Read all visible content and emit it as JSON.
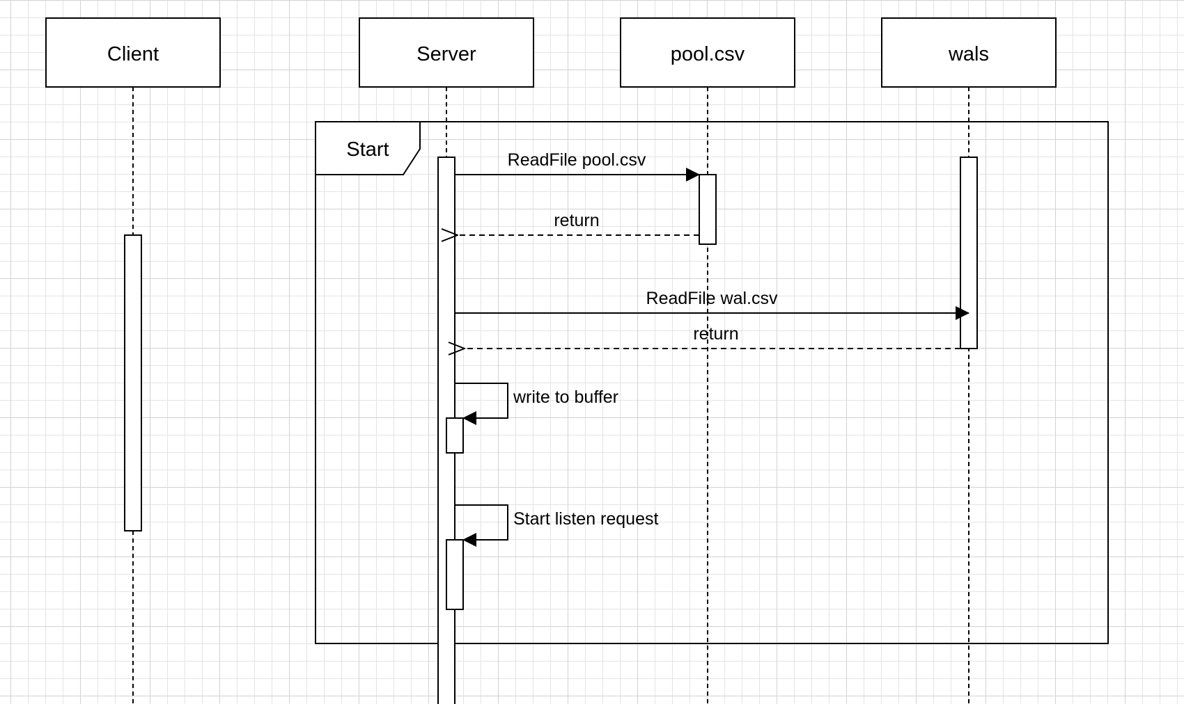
{
  "diagram": {
    "type": "sequence",
    "colors": {
      "line": "#000000",
      "background": "#ffffff",
      "grid": "#e4e4e4"
    },
    "actors": [
      {
        "id": "client",
        "label": "Client"
      },
      {
        "id": "server",
        "label": "Server"
      },
      {
        "id": "pool",
        "label": "pool.csv"
      },
      {
        "id": "wals",
        "label": "wals"
      }
    ],
    "frame": {
      "label": "Start"
    },
    "messages": [
      {
        "from": "server",
        "to": "pool",
        "label": "ReadFile pool.csv",
        "style": "solid"
      },
      {
        "from": "pool",
        "to": "server",
        "label": "return",
        "style": "dashed"
      },
      {
        "from": "server",
        "to": "wals",
        "label": "ReadFile wal.csv",
        "style": "solid"
      },
      {
        "from": "wals",
        "to": "server",
        "label": "return",
        "style": "dashed"
      },
      {
        "from": "server",
        "to": "server",
        "label": "write to buffer",
        "style": "self"
      },
      {
        "from": "server",
        "to": "server",
        "label": "Start listen request",
        "style": "self"
      }
    ]
  }
}
